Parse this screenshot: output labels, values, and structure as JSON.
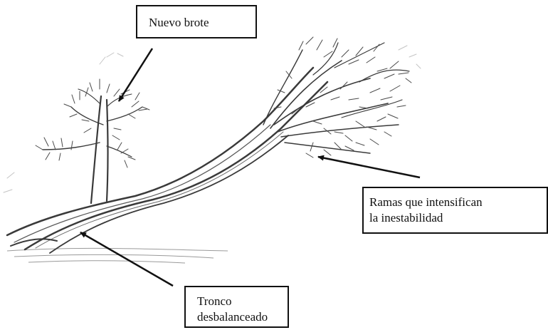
{
  "labels": {
    "nuevo_brote": "Nuevo brote",
    "ramas_line1": "Ramas que intensifican",
    "ramas_line2": "la inestabilidad",
    "tronco_line1": "Tronco",
    "tronco_line2": "desbalanceado"
  },
  "colors": {
    "ink": "#111111",
    "pencil": "#3a3a3a",
    "pencil_light": "#8a8a8a",
    "background": "#ffffff"
  }
}
